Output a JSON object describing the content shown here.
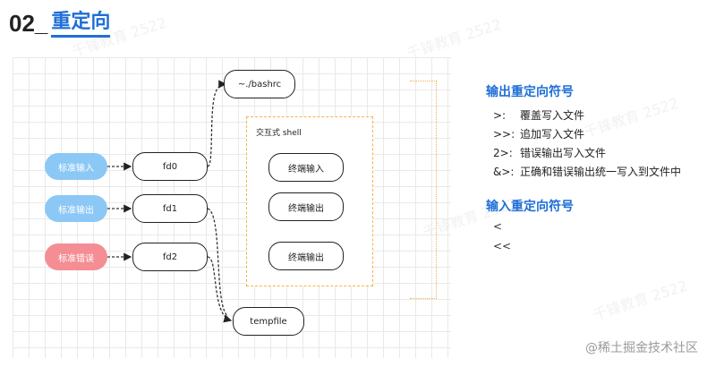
{
  "header": {
    "number": "02",
    "separator": "_",
    "title": "重定向"
  },
  "watermark": "千锋教育 2522",
  "diagram": {
    "home_file": "~./bashrc",
    "temp_file": "tempfile",
    "streams": [
      {
        "label": "标准输入",
        "fd": "fd0",
        "color": "#8cc8f5"
      },
      {
        "label": "标准输出",
        "fd": "fd1",
        "color": "#8cc8f5"
      },
      {
        "label": "标准错误",
        "fd": "fd2",
        "color": "#f48e94"
      }
    ],
    "shell": {
      "label": "交互式 shell",
      "terminals": [
        "终端输入",
        "终端输出",
        "终端输出"
      ]
    }
  },
  "legend": {
    "output_title": "输出重定向符号",
    "output_items": [
      {
        "symbol": ">:",
        "desc": "覆盖写入文件"
      },
      {
        "symbol": ">>:",
        "desc": "追加写入文件"
      },
      {
        "symbol": "2>:",
        "desc": "错误输出写入文件"
      },
      {
        "symbol": "&>:",
        "desc": "正确和错误输出统一写入到文件中"
      }
    ],
    "input_title": "输入重定向符号",
    "input_items": [
      "<",
      "<<"
    ]
  },
  "credit": "@稀土掘金技术社区"
}
